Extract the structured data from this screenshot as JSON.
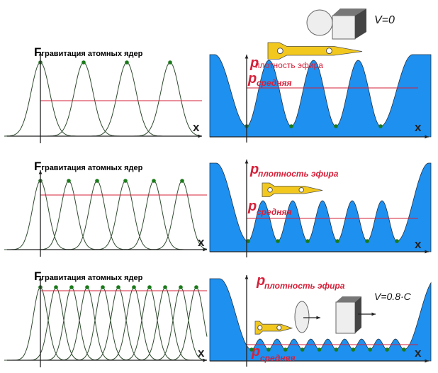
{
  "panels": [
    {
      "left": {
        "title_F": "F",
        "title_sub": "гравитация атомных ядер",
        "x_label": "x",
        "peaks": 4
      },
      "right": {
        "rho": "p",
        "rho_sub": "плотность эфира",
        "rho_avg": "p",
        "rho_avg_sub": "средняя",
        "x_label": "x",
        "wells": 4
      }
    },
    {
      "left": {
        "title_F": "F",
        "title_sub": "гравитация атомных ядер",
        "x_label": "x",
        "peaks": 6
      },
      "right": {
        "rho": "p",
        "rho_sub": "плотность эфира",
        "rho_avg": "p",
        "rho_avg_sub": "средняя",
        "x_label": "x",
        "wells": 6
      }
    },
    {
      "left": {
        "title_F": "F",
        "title_sub": "гравитация атомных ядер",
        "x_label": "x",
        "peaks": 11
      },
      "right": {
        "rho": "p",
        "rho_sub": "плотность эфира",
        "rho_avg": "p",
        "rho_avg_sub": "средняя",
        "x_label": "x",
        "wells": 10
      }
    }
  ],
  "velocity_rest": "V=0",
  "velocity_moving": "V=0.8·C",
  "colors": {
    "ether": "#1e90f0",
    "avg_line": "#d6213a",
    "nucleus": "#1a7a1a",
    "ship": "#f2c81e"
  }
}
